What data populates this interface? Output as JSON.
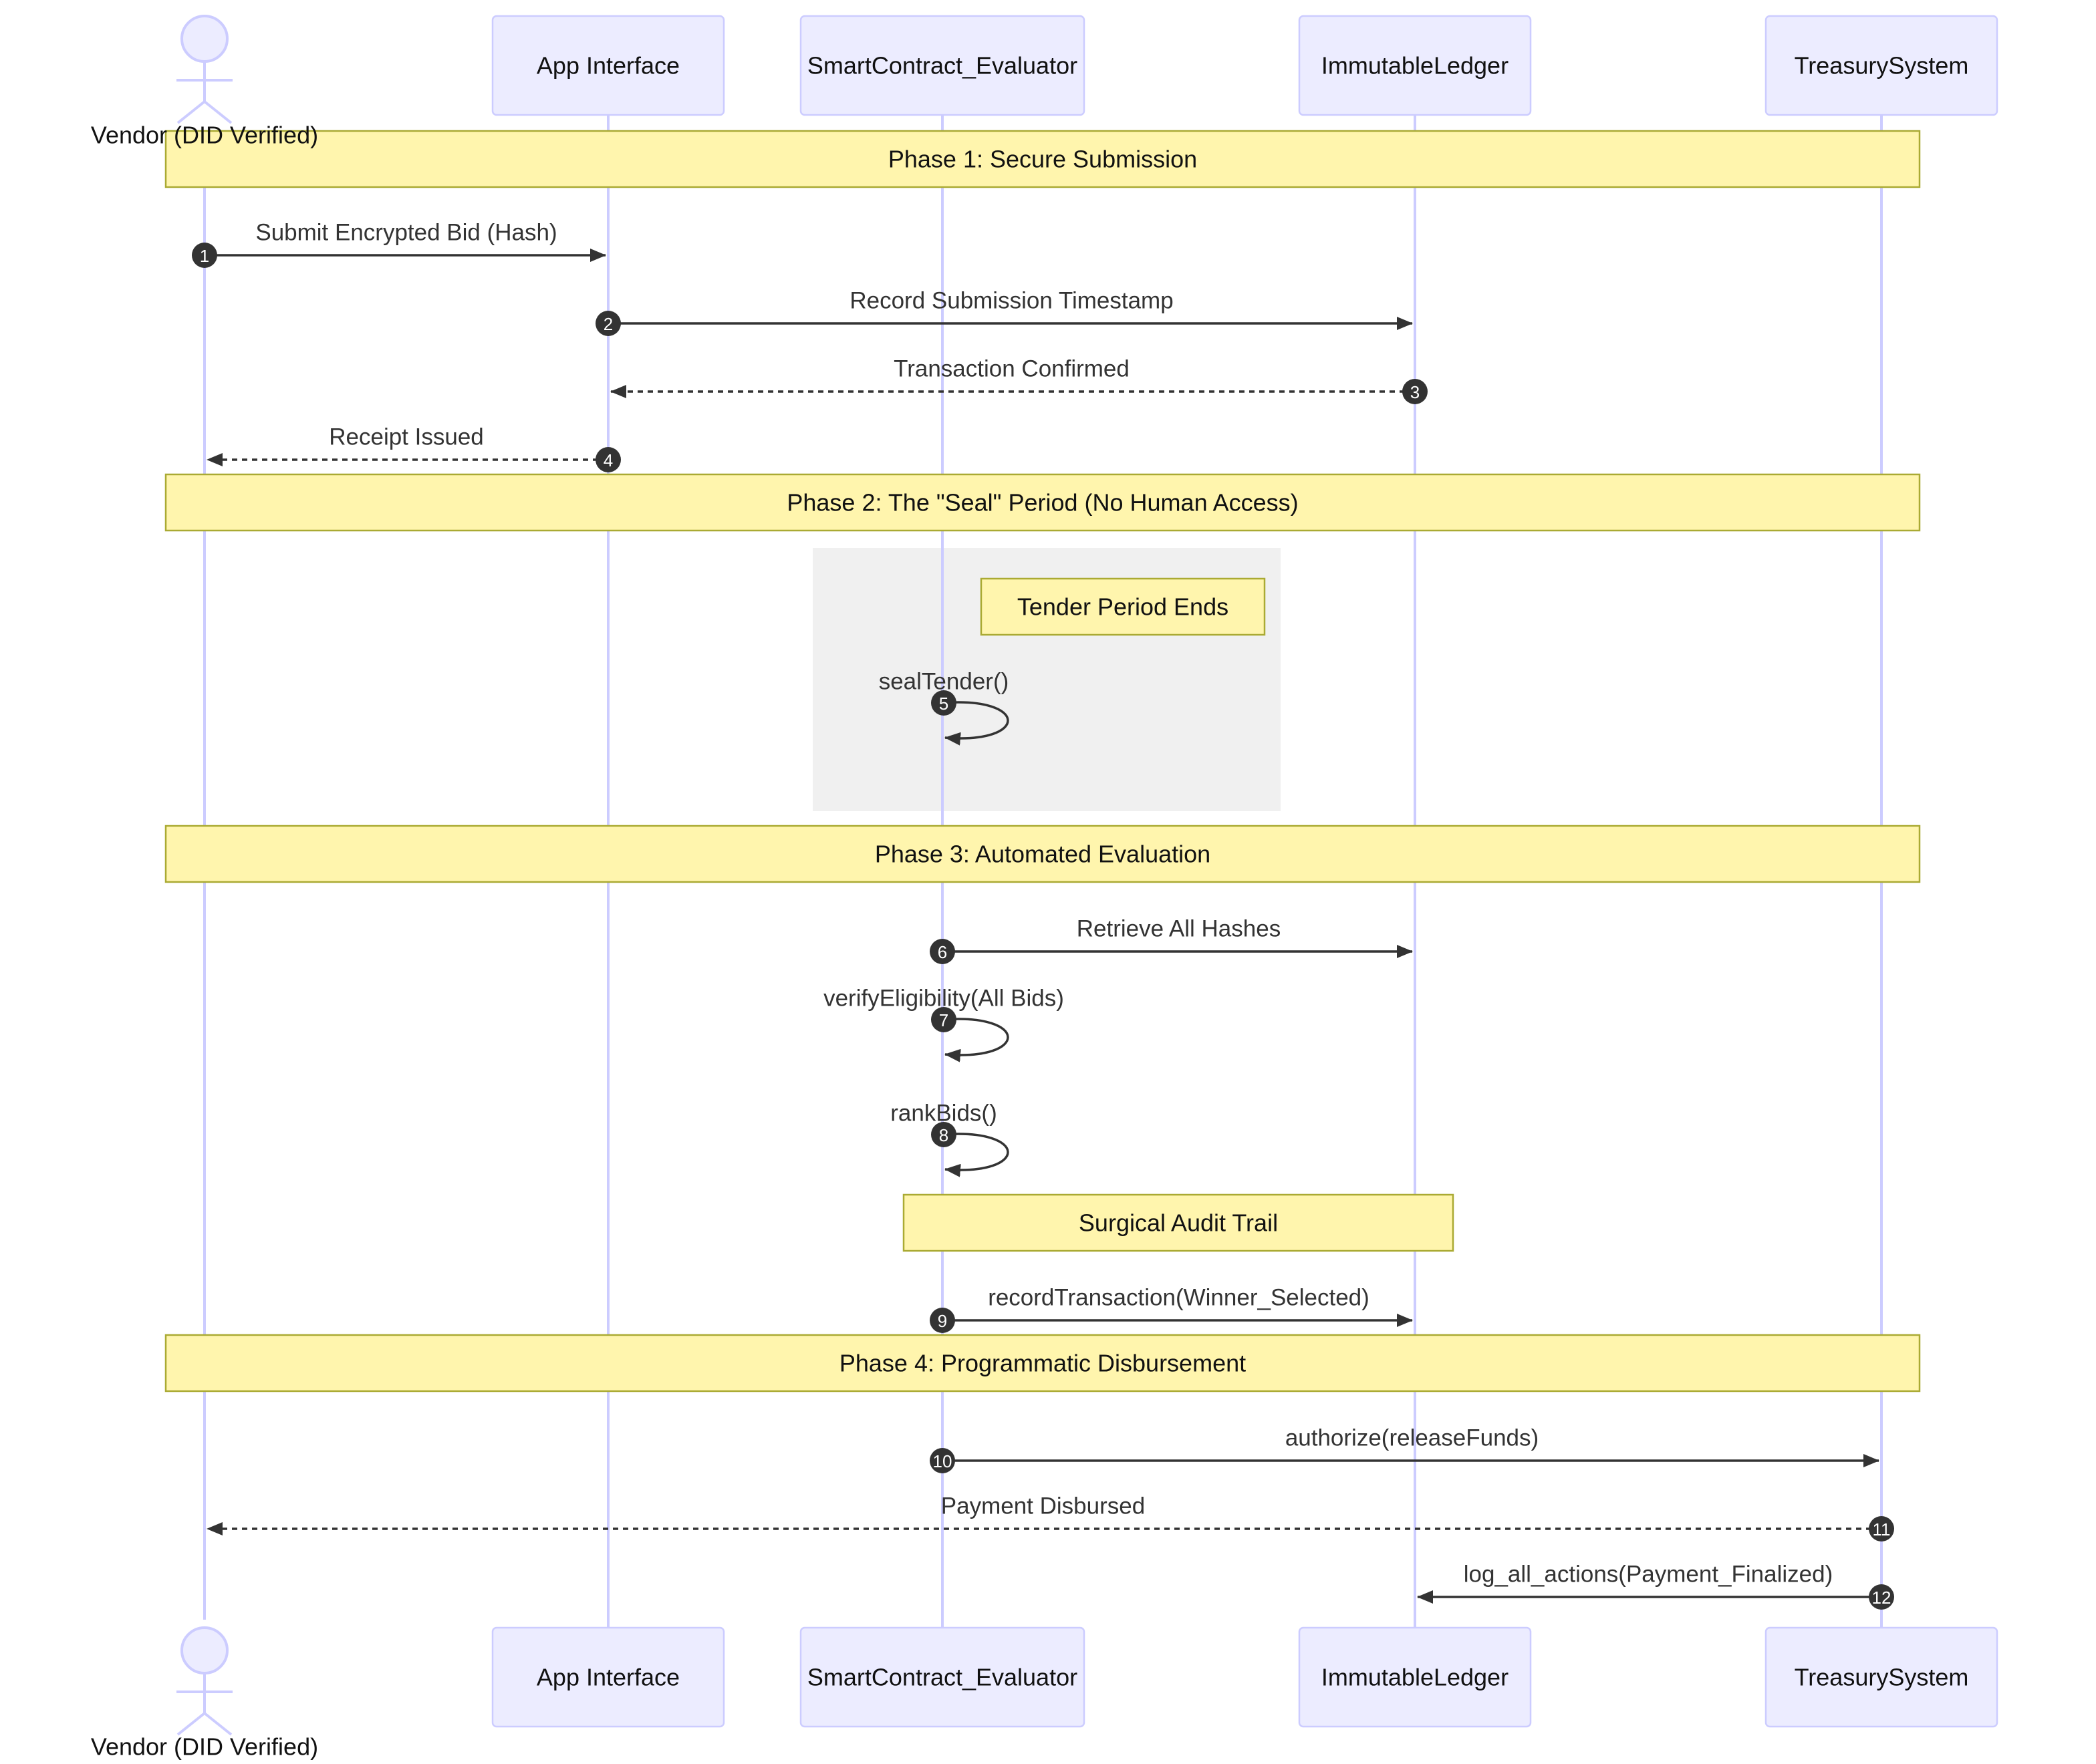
{
  "participants": [
    {
      "id": "vendor",
      "label": "Vendor (DID Verified)",
      "kind": "actor"
    },
    {
      "id": "app",
      "label": "App Interface",
      "kind": "box"
    },
    {
      "id": "sc",
      "label": "SmartContract_Evaluator",
      "kind": "box"
    },
    {
      "id": "ledger",
      "label": "ImmutableLedger",
      "kind": "box"
    },
    {
      "id": "treasury",
      "label": "TreasurySystem",
      "kind": "box"
    }
  ],
  "phases": [
    {
      "label": "Phase 1: Secure Submission"
    },
    {
      "label": "Phase 2: The \"Seal\" Period (No Human Access)"
    },
    {
      "label": "Phase 3: Automated Evaluation"
    },
    {
      "label": "Phase 4: Programmatic Disbursement"
    }
  ],
  "notes": [
    {
      "label": "Tender Period Ends",
      "over": "sc"
    },
    {
      "label": "Surgical Audit Trail",
      "over": "sc-ledger"
    }
  ],
  "messages": [
    {
      "seq": "1",
      "from": "vendor",
      "to": "app",
      "label": "Submit Encrypted Bid (Hash)",
      "style": "solid"
    },
    {
      "seq": "2",
      "from": "app",
      "to": "ledger",
      "label": "Record Submission Timestamp",
      "style": "solid"
    },
    {
      "seq": "3",
      "from": "ledger",
      "to": "app",
      "label": "Transaction Confirmed",
      "style": "dashed"
    },
    {
      "seq": "4",
      "from": "app",
      "to": "vendor",
      "label": "Receipt Issued",
      "style": "dashed"
    },
    {
      "seq": "5",
      "from": "sc",
      "to": "sc",
      "label": "sealTender()",
      "style": "self"
    },
    {
      "seq": "6",
      "from": "sc",
      "to": "ledger",
      "label": "Retrieve All Hashes",
      "style": "solid"
    },
    {
      "seq": "7",
      "from": "sc",
      "to": "sc",
      "label": "verifyEligibility(All Bids)",
      "style": "self"
    },
    {
      "seq": "8",
      "from": "sc",
      "to": "sc",
      "label": "rankBids()",
      "style": "self"
    },
    {
      "seq": "9",
      "from": "sc",
      "to": "ledger",
      "label": "recordTransaction(Winner_Selected)",
      "style": "solid"
    },
    {
      "seq": "10",
      "from": "sc",
      "to": "treasury",
      "label": "authorize(releaseFunds)",
      "style": "solid"
    },
    {
      "seq": "11",
      "from": "treasury",
      "to": "vendor",
      "label": "Payment Disbursed",
      "style": "dashed"
    },
    {
      "seq": "12",
      "from": "treasury",
      "to": "ledger",
      "label": "log_all_actions(Payment_Finalized)",
      "style": "solid"
    }
  ],
  "colors": {
    "participant_fill": "#ECECFF",
    "participant_stroke": "#CCCCFF",
    "note_fill": "#FFF5AD",
    "note_stroke": "#AAAA33",
    "region_fill": "#F0F0F0",
    "line": "#333333"
  }
}
